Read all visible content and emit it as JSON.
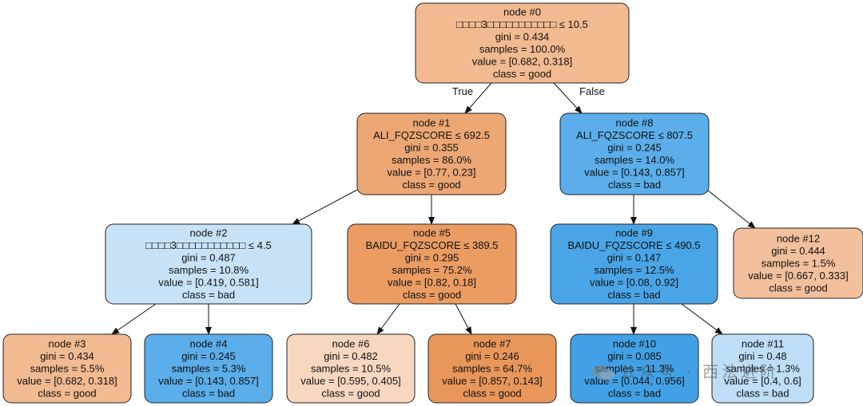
{
  "colors": {
    "orange_light": "#f4b991",
    "orange_mid": "#eea671",
    "orange_strong": "#e89555",
    "orange_faint": "#f7d8c0",
    "blue_light": "#c8e3f8",
    "blue_mid": "#5aaeea",
    "blue_strong": "#43a2e6",
    "blue_pale": "#cce5f8"
  },
  "edge_labels": {
    "true": "True",
    "false": "False"
  },
  "nodes": [
    {
      "id": "node-0",
      "lines": [
        "node #0",
        "□□□□3□□□□□□□□□□□ ≤ 10.5",
        "gini = 0.434",
        "samples = 100.0%",
        "value = [0.682, 0.318]",
        "class = good"
      ],
      "color": "#f2ba91"
    },
    {
      "id": "node-1",
      "lines": [
        "node #1",
        "ALI_FQZSCORE ≤ 692.5",
        "gini = 0.355",
        "samples = 86.0%",
        "value = [0.77, 0.23]",
        "class = good"
      ],
      "color": "#eda774"
    },
    {
      "id": "node-8",
      "lines": [
        "node #8",
        "ALI_FQZSCORE ≤ 807.5",
        "gini = 0.245",
        "samples = 14.0%",
        "value = [0.143, 0.857]",
        "class = bad"
      ],
      "color": "#5baeea"
    },
    {
      "id": "node-2",
      "lines": [
        "node #2",
        "□□□□3□□□□□□□□□□□ ≤ 4.5",
        "gini = 0.487",
        "samples = 10.8%",
        "value = [0.419, 0.581]",
        "class = bad"
      ],
      "color": "#c8e3f8"
    },
    {
      "id": "node-5",
      "lines": [
        "node #5",
        "BAIDU_FQZSCORE ≤ 389.5",
        "gini = 0.295",
        "samples = 75.2%",
        "value = [0.82, 0.18]",
        "class = good"
      ],
      "color": "#eb9c63"
    },
    {
      "id": "node-9",
      "lines": [
        "node #9",
        "BAIDU_FQZSCORE ≤ 490.5",
        "gini = 0.147",
        "samples = 12.5%",
        "value = [0.08, 0.92]",
        "class = bad"
      ],
      "color": "#4aa5e7"
    },
    {
      "id": "node-12",
      "lines": [
        "node #12",
        "gini = 0.444",
        "samples = 1.5%",
        "value = [0.667, 0.333]",
        "class = good"
      ],
      "color": "#f2c09c"
    },
    {
      "id": "node-3",
      "lines": [
        "node #3",
        "gini = 0.434",
        "samples = 5.5%",
        "value = [0.682, 0.318]",
        "class = good"
      ],
      "color": "#f2ba91"
    },
    {
      "id": "node-4",
      "lines": [
        "node #4",
        "gini = 0.245",
        "samples = 5.3%",
        "value = [0.143, 0.857]",
        "class = bad"
      ],
      "color": "#5baeea"
    },
    {
      "id": "node-6",
      "lines": [
        "node #6",
        "gini = 0.482",
        "samples = 10.5%",
        "value = [0.595, 0.405]",
        "class = good"
      ],
      "color": "#f7d7c0"
    },
    {
      "id": "node-7",
      "lines": [
        "node #7",
        "gini = 0.246",
        "samples = 64.7%",
        "value = [0.857, 0.143]",
        "class = good"
      ],
      "color": "#e9965a"
    },
    {
      "id": "node-10",
      "lines": [
        "node #10",
        "gini = 0.085",
        "samples = 11.3%",
        "value = [0.044, 0.956]",
        "class = bad"
      ],
      "color": "#42a1e6"
    },
    {
      "id": "node-11",
      "lines": [
        "node #11",
        "gini = 0.48",
        "samples = 1.3%",
        "value = [0.4, 0.6]",
        "class = bad"
      ],
      "color": "#bddef6"
    }
  ],
  "watermark": "公众号 · 西法进阶"
}
